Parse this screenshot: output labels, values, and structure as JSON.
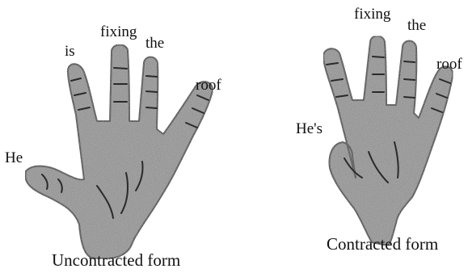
{
  "colors": {
    "hand_fill": "#8f8f8f",
    "hand_outline": "#1a1a1a",
    "crease": "#2a2a2a",
    "text": "#111111",
    "background": "#ffffff"
  },
  "uncontracted": {
    "words": {
      "thumb": "He",
      "index": "is",
      "middle": "fixing",
      "ring": "the",
      "pinky": "roof"
    },
    "caption": "Uncontracted form"
  },
  "contracted": {
    "words": {
      "thumb": "He's",
      "middle": "fixing",
      "ring": "the",
      "pinky": "roof"
    },
    "caption": "Contracted form"
  }
}
